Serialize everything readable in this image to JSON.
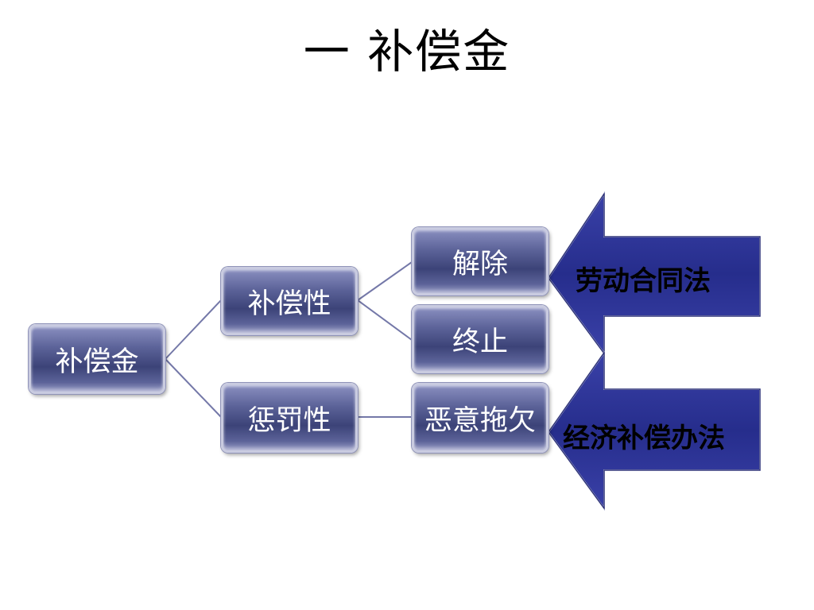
{
  "title": "一  补偿金",
  "nodes": {
    "root": "补偿金",
    "compensatory": "补偿性",
    "punitive": "惩罚性",
    "rescission": "解除",
    "termination": "终止",
    "malicious_arrears": "恶意拖欠"
  },
  "arrows": {
    "labor_contract_law": "劳动合同法",
    "economic_compensation_measures": "经济补偿办法"
  },
  "colors": {
    "node_dark": "#3c4378",
    "node_light": "#8a8fc0",
    "arrow_fill": "#2b3296",
    "connector": "#7478a8"
  }
}
